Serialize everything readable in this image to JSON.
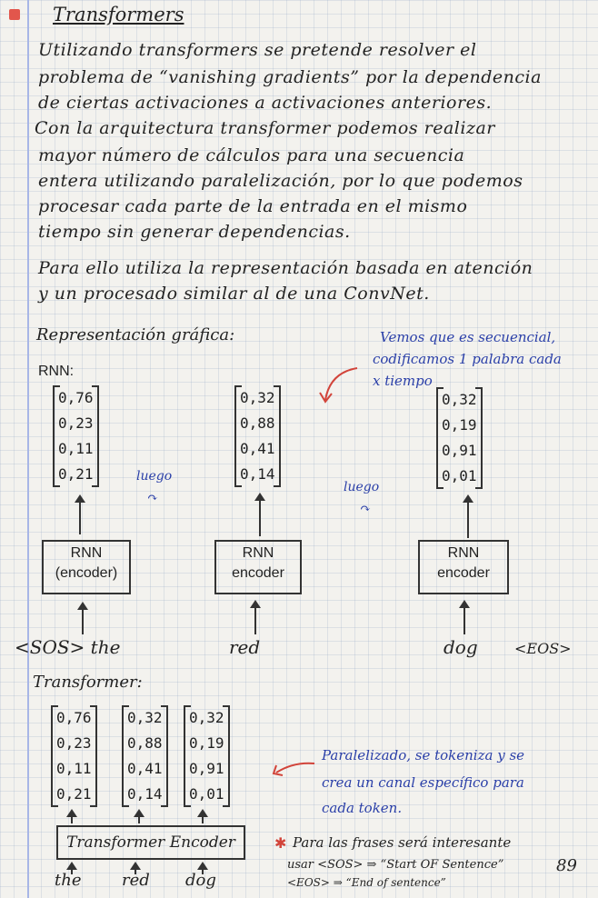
{
  "title": "Transformers",
  "paragraph1": [
    "Utilizando transformers se pretende resolver el",
    "problema de “vanishing gradients” por la dependencia",
    "de ciertas activaciones a activaciones anteriores.",
    "Con la arquitectura transformer podemos realizar",
    "mayor número de cálculos para una secuencia",
    "entera utilizando paralelización, por lo que podemos",
    "procesar cada parte de la entrada en el mismo",
    "tiempo sin generar dependencias."
  ],
  "paragraph2": [
    "Para ello utiliza la representación basada en atención",
    "y un procesado similar al de una ConvNet."
  ],
  "rep_heading": "Representación gráfica:",
  "rnn_label": "RNN:",
  "blue_note": [
    "Vemos que es secuencial,",
    "codificamos 1 palabra cada",
    "x tiempo"
  ],
  "rnn_vectors": [
    [
      "0,76",
      "0,23",
      "0,11",
      "0,21"
    ],
    [
      "0,32",
      "0,88",
      "0,41",
      "0,14"
    ],
    [
      "0,32",
      "0,19",
      "0,91",
      "0,01"
    ]
  ],
  "luego": "luego",
  "rnn_boxes": [
    [
      "RNN",
      "(encoder)"
    ],
    [
      "RNN",
      "encoder"
    ],
    [
      "RNN",
      "encoder"
    ]
  ],
  "rnn_inputs": [
    "<SOS> the",
    "red",
    "dog",
    "<EOS>"
  ],
  "transformer_label": "Transformer:",
  "transformer_vectors": [
    [
      "0,76",
      "0,23",
      "0,11",
      "0,21"
    ],
    [
      "0,32",
      "0,88",
      "0,41",
      "0,14"
    ],
    [
      "0,32",
      "0,19",
      "0,91",
      "0,01"
    ]
  ],
  "transformer_note": [
    "Paralelizado, se tokeniza y se",
    "crea un canal específico para",
    "cada token."
  ],
  "transformer_box": "Transformer Encoder",
  "transformer_inputs": [
    "the",
    "red",
    "dog"
  ],
  "footnote": [
    "Para las frases será interesante",
    "usar <SOS> ⇒ “Start OF Sentence”",
    "<EOS> ⇒ “End of sentence”"
  ],
  "page_number": "89",
  "colors": {
    "blue_ink": "#2a3fa8",
    "red_ink": "#d2443a",
    "margin": "#a8b6e6"
  }
}
